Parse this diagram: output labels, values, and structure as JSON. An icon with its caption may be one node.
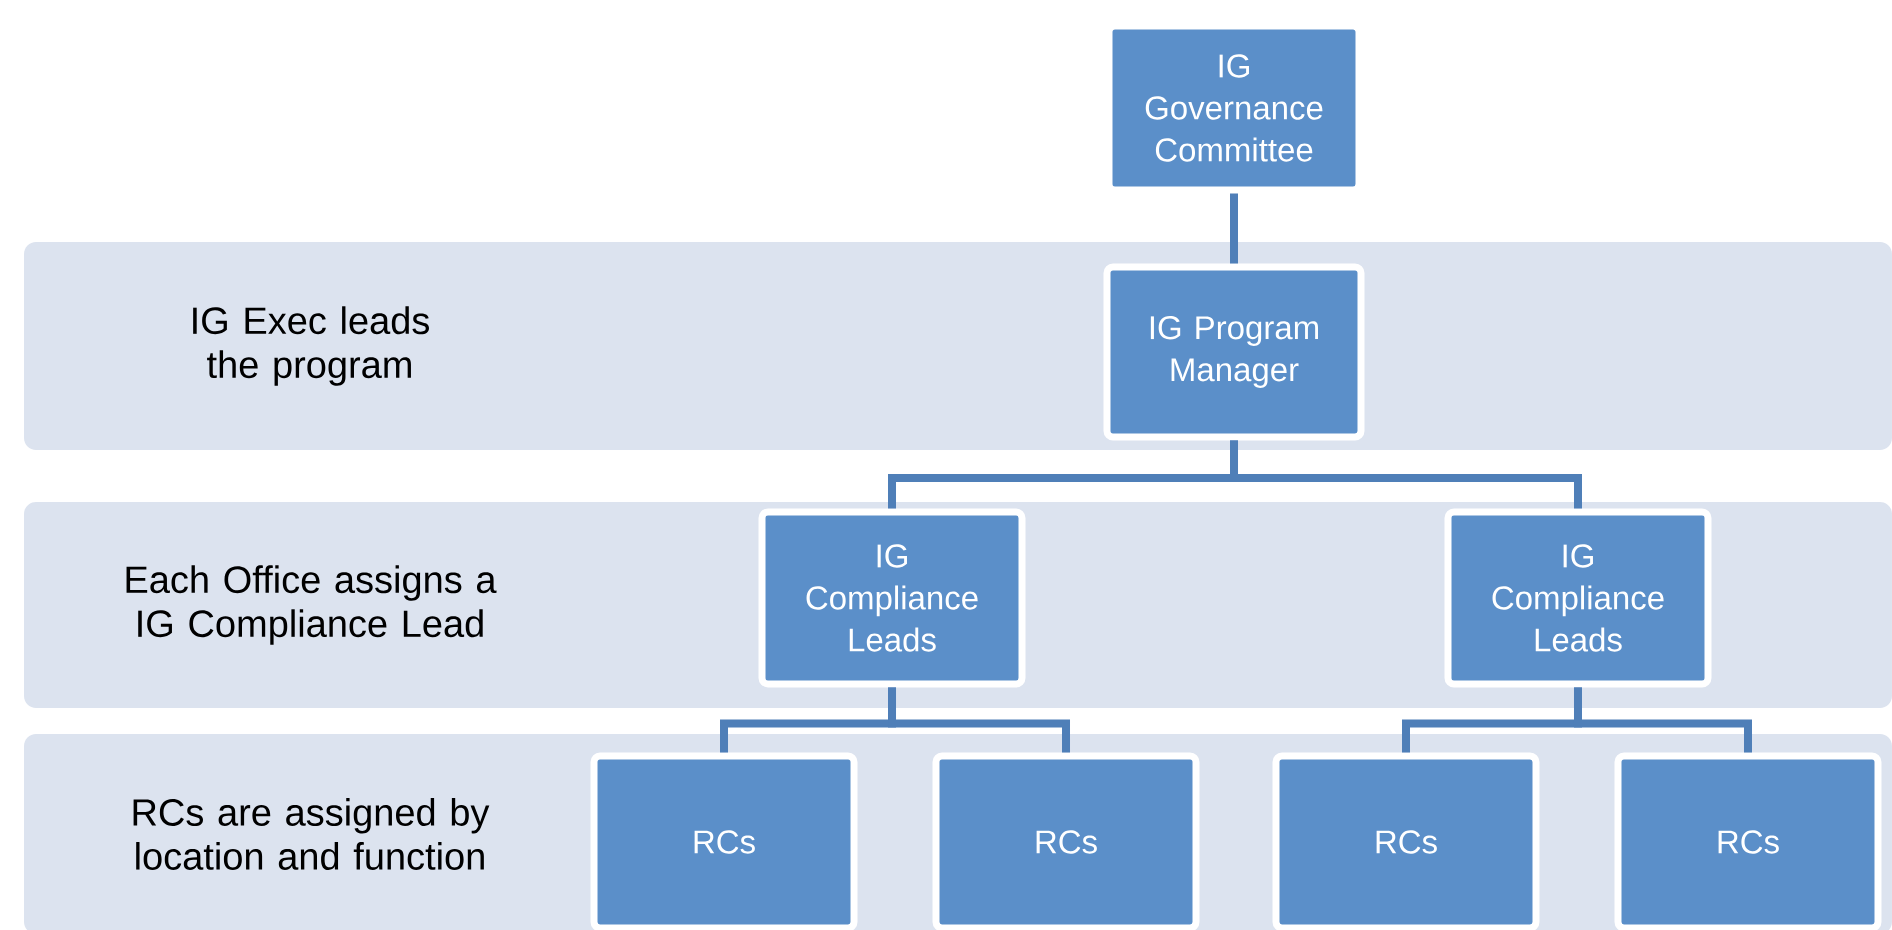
{
  "diagram": {
    "nodes": [
      {
        "text": [
          "IG Governance Committee"
        ]
      },
      {
        "text": [
          "IG Exec leads the program"
        ]
      },
      {
        "text": [
          "IG Program Manager"
        ],
        "in": 1
      },
      {
        "text": [
          "Each Office assigns a IG Compliance Lead"
        ]
      },
      {
        "text": [
          "IG Compliance Leads"
        ],
        "in": 3
      },
      {
        "text": [
          "IG Compliance Leads"
        ],
        "in": 3
      },
      {
        "text": [
          "RCs are assigned by location and function"
        ]
      },
      {
        "text": [
          "RCs"
        ],
        "in": 6
      },
      {
        "text": [
          "RCs"
        ],
        "in": 6
      },
      {
        "text": [
          "RCs"
        ],
        "in": 6
      },
      {
        "text": [
          "RCs"
        ],
        "in": 6
      }
    ],
    "edges": [
      {
        "from": 0,
        "to": 2,
        "arrow": "none"
      },
      {
        "from": 2,
        "to": 4,
        "arrow": "none"
      },
      {
        "from": 2,
        "to": 5,
        "arrow": "none"
      },
      {
        "from": 4,
        "to": 7,
        "arrow": "none"
      },
      {
        "from": 4,
        "to": 8,
        "arrow": "none"
      },
      {
        "from": 5,
        "to": 9,
        "arrow": "none"
      },
      {
        "from": 5,
        "to": 10,
        "arrow": "none"
      }
    ]
  }
}
